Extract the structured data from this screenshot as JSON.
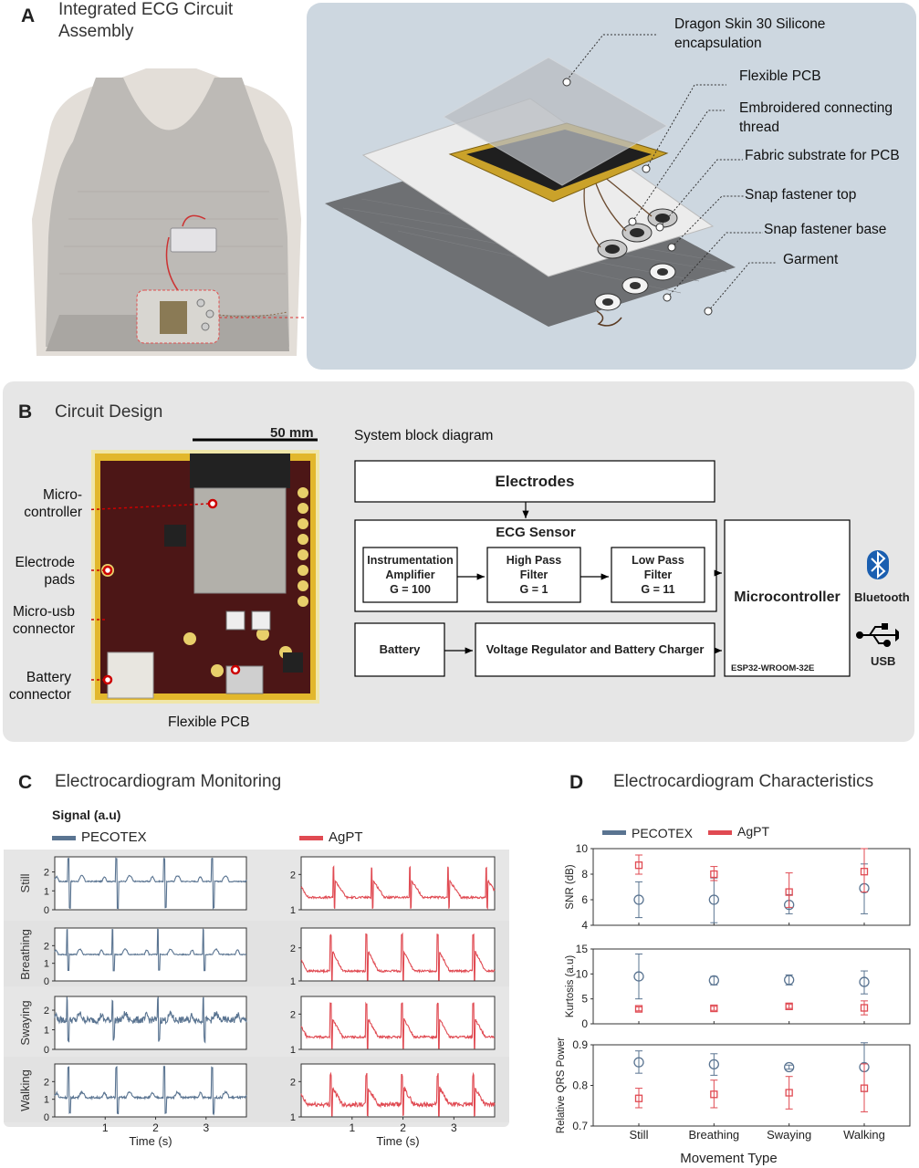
{
  "panel_a": {
    "letter": "A",
    "title_line1": "Integrated ECG Circuit",
    "title_line2": "Assembly",
    "callouts": [
      "Dragon Skin 30 Silicone",
      "encapsulation",
      "Flexible PCB",
      "Embroidered connecting",
      "thread",
      "Fabric substrate for PCB",
      "Snap fastener top",
      "Snap fastener base",
      "Garment"
    ]
  },
  "panel_b": {
    "letter": "B",
    "title": "Circuit Design",
    "scale_bar": "50 mm",
    "pcb_labels": [
      "Micro-",
      "controller",
      "Electrode",
      "pads",
      "Micro-usb",
      "connector",
      "Battery",
      "connector"
    ],
    "pcb_caption": "Flexible PCB",
    "block_title": "System block diagram",
    "blocks": {
      "electrodes": "Electrodes",
      "ecg_sensor": "ECG Sensor",
      "amp_l1": "Instrumentation",
      "amp_l2": "Amplifier",
      "amp_l3": "G = 100",
      "hp_l1": "High Pass",
      "hp_l2": "Filter",
      "hp_l3": "G = 1",
      "lp_l1": "Low Pass",
      "lp_l2": "Filter",
      "lp_l3": "G = 11",
      "battery": "Battery",
      "regulator": "Voltage Regulator and Battery Charger",
      "mcu": "Microcontroller",
      "mcu_model": "ESP32-WROOM-32E",
      "bluetooth": "Bluetooth",
      "usb": "USB"
    }
  },
  "panel_c": {
    "letter": "C",
    "title": "Electrocardiogram Monitoring",
    "ylabel": "Signal (a.u)",
    "legend": [
      "PECOTEX",
      "AgPT"
    ],
    "rows": [
      "Still",
      "Breathing",
      "Swaying",
      "Walking"
    ],
    "xlabel": "Time (s)"
  },
  "panel_d": {
    "letter": "D",
    "title": "Electrocardiogram Characteristics",
    "xlabel": "Movement Type"
  },
  "colors": {
    "pecotex": "#5a7491",
    "agpt": "#e04a52",
    "panel": "#e6e6e6",
    "render_bg": "#cdd7e0"
  },
  "chart_data": [
    {
      "type": "line",
      "title": "",
      "xlabel": "Time (s)",
      "ylabel": "Signal (a.u)",
      "x_ticks": [
        1,
        2,
        3
      ],
      "xlim": [
        0,
        3.8
      ],
      "series": [
        {
          "name": "PECOTEX",
          "row": "Still",
          "ylim": [
            0,
            2.8
          ],
          "y_ticks": [
            0,
            1,
            2
          ],
          "baseline": 1.5,
          "peak": 2.7,
          "trough": 0.1,
          "beat_period_s": 0.95
        },
        {
          "name": "PECOTEX",
          "row": "Breathing",
          "ylim": [
            0,
            3
          ],
          "y_ticks": [
            0,
            1,
            2
          ],
          "baseline": 1.5,
          "peak": 2.9,
          "trough": 0.6,
          "beat_period_s": 0.9
        },
        {
          "name": "PECOTEX",
          "row": "Swaying",
          "ylim": [
            0,
            2.7
          ],
          "y_ticks": [
            0,
            1,
            2
          ],
          "baseline": 1.5,
          "peak": 2.6,
          "trough": 0.5,
          "beat_period_s": 0.9
        },
        {
          "name": "PECOTEX",
          "row": "Walking",
          "ylim": [
            0,
            3
          ],
          "y_ticks": [
            0,
            1,
            2
          ],
          "baseline": 1.1,
          "peak": 2.8,
          "trough": 0.2,
          "beat_period_s": 0.95
        },
        {
          "name": "AgPT",
          "row": "Still",
          "ylim": [
            1,
            2.5
          ],
          "y_ticks": [
            1,
            2
          ],
          "baseline": 1.35,
          "peak": 2.2,
          "trough": 1.05,
          "beat_period_s": 0.75
        },
        {
          "name": "AgPT",
          "row": "Breathing",
          "ylim": [
            1,
            2.6
          ],
          "y_ticks": [
            1,
            2
          ],
          "baseline": 1.3,
          "peak": 2.4,
          "trough": 1.0,
          "beat_period_s": 0.7
        },
        {
          "name": "AgPT",
          "row": "Swaying",
          "ylim": [
            1,
            2.5
          ],
          "y_ticks": [
            1,
            2
          ],
          "baseline": 1.35,
          "peak": 2.3,
          "trough": 1.0,
          "beat_period_s": 0.7
        },
        {
          "name": "AgPT",
          "row": "Walking",
          "ylim": [
            1,
            2.5
          ],
          "y_ticks": [
            1,
            2
          ],
          "baseline": 1.35,
          "peak": 2.2,
          "trough": 1.0,
          "beat_period_s": 0.7
        }
      ]
    },
    {
      "type": "scatter",
      "title": "",
      "xlabel": "Movement Type",
      "categories": [
        "Still",
        "Breathing",
        "Swaying",
        "Walking"
      ],
      "legend": [
        "PECOTEX",
        "AgPT"
      ],
      "subplots": [
        {
          "ylabel": "SNR (dB)",
          "ylim": [
            4,
            10
          ],
          "y_ticks": [
            4,
            6,
            8,
            10
          ],
          "series": [
            {
              "name": "PECOTEX",
              "values": [
                6.0,
                6.0,
                5.6,
                6.9
              ],
              "err_low": [
                4.6,
                4.2,
                4.9,
                4.9
              ],
              "err_high": [
                7.4,
                7.7,
                6.4,
                8.8
              ]
            },
            {
              "name": "AgPT",
              "values": [
                8.7,
                8.0,
                6.6,
                8.2
              ],
              "err_low": [
                8.0,
                7.5,
                5.4,
                6.6
              ],
              "err_high": [
                9.5,
                8.6,
                8.1,
                10.0
              ]
            }
          ]
        },
        {
          "ylabel": "Kurtosis (a.u)",
          "ylim": [
            0,
            15
          ],
          "y_ticks": [
            0,
            5,
            10,
            15
          ],
          "series": [
            {
              "name": "PECOTEX",
              "values": [
                9.5,
                8.7,
                8.8,
                8.4
              ],
              "err_low": [
                5.0,
                7.8,
                7.8,
                6.0
              ],
              "err_high": [
                14.0,
                9.5,
                9.8,
                10.6
              ]
            },
            {
              "name": "AgPT",
              "values": [
                3.0,
                3.1,
                3.5,
                3.2
              ],
              "err_low": [
                2.6,
                2.7,
                3.1,
                1.8
              ],
              "err_high": [
                3.4,
                3.5,
                3.9,
                4.6
              ]
            }
          ]
        },
        {
          "ylabel": "Relative QRS Power",
          "ylim": [
            0.7,
            0.9
          ],
          "y_ticks": [
            0.7,
            0.8,
            0.9
          ],
          "series": [
            {
              "name": "PECOTEX",
              "values": [
                0.857,
                0.852,
                0.845,
                0.845
              ],
              "err_low": [
                0.83,
                0.825,
                0.84,
                0.785
              ],
              "err_high": [
                0.885,
                0.878,
                0.85,
                0.905
              ]
            },
            {
              "name": "AgPT",
              "values": [
                0.768,
                0.778,
                0.782,
                0.793
              ],
              "err_low": [
                0.745,
                0.745,
                0.742,
                0.735
              ],
              "err_high": [
                0.793,
                0.813,
                0.822,
                0.853
              ]
            }
          ]
        }
      ]
    }
  ]
}
